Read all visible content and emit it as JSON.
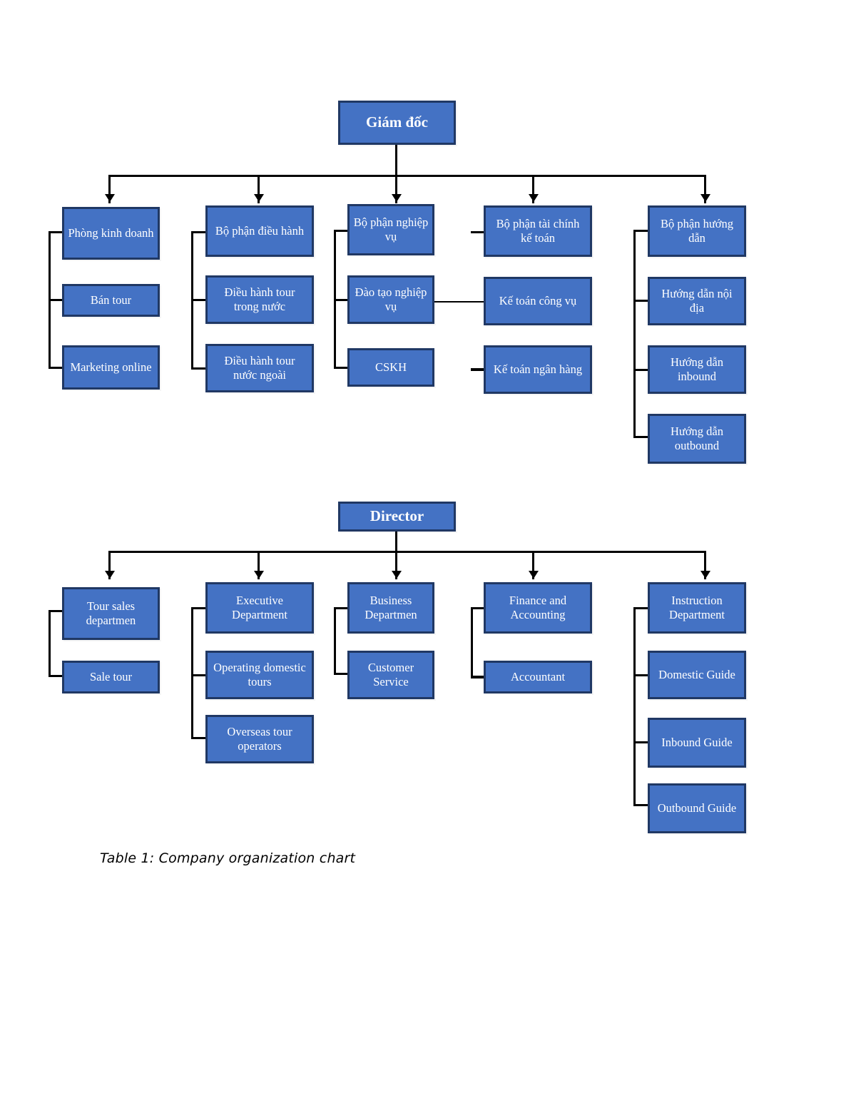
{
  "document": {
    "caption": "Table 1: Company organization chart"
  },
  "theme": {
    "node_fill": "#4472C4",
    "node_border": "#203864",
    "node_text": "#FFFFFF",
    "connector": "#000000",
    "page_background": "#FFFFFF"
  },
  "chart_data": {
    "type": "diagram",
    "title": "Company organization chart",
    "subtype": "organization-chart",
    "charts": [
      {
        "id": "vietnamese",
        "language": "Vietnamese",
        "root": "Giám đốc",
        "departments": [
          {
            "name": "Phòng kinh doanh",
            "children": [
              "Bán tour",
              "Marketing online"
            ]
          },
          {
            "name": "Bộ phận điều hành",
            "children": [
              "Điều hành tour trong nước",
              "Điều hành tour nước ngoài"
            ]
          },
          {
            "name": "Bộ phận nghiệp vụ",
            "children": [
              "Đào tạo nghiệp vụ",
              "CSKH"
            ]
          },
          {
            "name": "Bộ phận tài chính kế toán",
            "children": [
              "Kế toán công vụ",
              "Kế toán ngân hàng"
            ]
          },
          {
            "name": "Bộ phận hướng dẫn",
            "children": [
              "Hướng dẫn nội địa",
              "Hướng dẫn inbound",
              "Hướng dẫn outbound"
            ]
          }
        ]
      },
      {
        "id": "english",
        "language": "English",
        "root": "Director",
        "departments": [
          {
            "name": "Tour sales departmen",
            "children": [
              "Sale tour"
            ]
          },
          {
            "name": "Executive Department",
            "children": [
              "Operating domestic tours",
              "Overseas tour operators"
            ]
          },
          {
            "name": "Business Departmen",
            "children": [
              "Customer Service"
            ]
          },
          {
            "name": "Finance and Accounting",
            "children": [
              "Accountant"
            ]
          },
          {
            "name": "Instruction Department",
            "children": [
              "Domestic Guide",
              "Inbound Guide",
              "Outbound Guide"
            ]
          }
        ]
      }
    ]
  },
  "vi": {
    "root": "Giám đốc",
    "c0": {
      "head": "Phòng kinh doanh",
      "a": "Bán tour",
      "b": "Marketing online"
    },
    "c1": {
      "head": "Bộ phận điều hành",
      "a": "Điều hành tour trong nước",
      "b": "Điều hành tour nước ngoài"
    },
    "c2": {
      "head": "Bộ phận nghiệp vụ",
      "a": "Đào tạo nghiệp vụ",
      "b": "CSKH"
    },
    "c3": {
      "head": "Bộ phận tài chính kế toán",
      "a": "Kế toán công vụ",
      "b": "Kế toán ngân hàng"
    },
    "c4": {
      "head": "Bộ phận hướng dẫn",
      "a": "Hướng dẫn nội địa",
      "b": "Hướng dẫn inbound",
      "c": "Hướng dẫn outbound"
    }
  },
  "en": {
    "root": "Director",
    "c0": {
      "head": "Tour sales departmen",
      "a": "Sale tour"
    },
    "c1": {
      "head": "Executive Department",
      "a": "Operating domestic tours",
      "b": "Overseas tour operators"
    },
    "c2": {
      "head": "Business Departmen",
      "a": "Customer Service"
    },
    "c3": {
      "head": "Finance and Accounting",
      "a": "Accountant"
    },
    "c4": {
      "head": "Instruction Department",
      "a": "Domestic Guide",
      "b": "Inbound Guide",
      "c": "Outbound Guide"
    }
  }
}
